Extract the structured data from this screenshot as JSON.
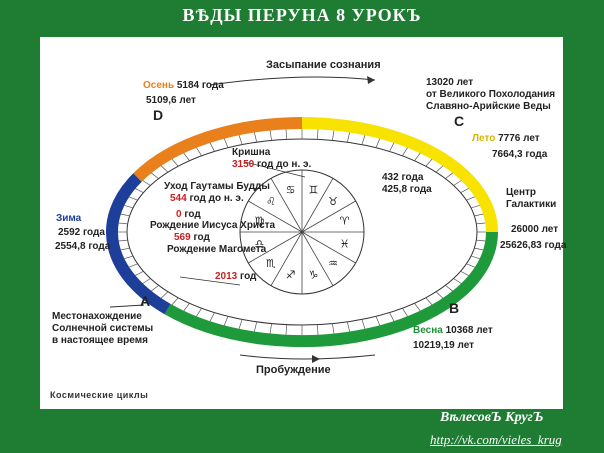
{
  "title": "ВѢДЫ ПЕРУНА 8 УРОКЪ",
  "arrows": {
    "top": "Засыпание сознания",
    "bottom": "Пробуждение"
  },
  "points": {
    "a": "A",
    "b": "B",
    "c": "C",
    "d": "D"
  },
  "seasons": {
    "autumn": {
      "name": "Осень",
      "years": "5184 года",
      "alt": "5109,6 лет",
      "color": "#e9801b"
    },
    "summer": {
      "name": "Лето",
      "years": "7776 лет",
      "alt": "7664,3 года",
      "color": "#f7e200"
    },
    "winter": {
      "name": "Зима",
      "years": "2592 года",
      "alt": "2554,8 года",
      "color": "#1d3f9a"
    },
    "spring": {
      "name": "Весна",
      "years": "10368 лет",
      "alt": "10219,19 лет",
      "color": "#1f9a3a"
    }
  },
  "cycle_13020": {
    "line1": "13020 лет",
    "line2": "от Великого Похолодания",
    "line3": "Славяно-Арийские Веды"
  },
  "center": {
    "line1": "Центр",
    "line2": "Галактики"
  },
  "galactic": {
    "years": "26000 лет",
    "alt": "25626,83 года"
  },
  "cycle_432": {
    "line1": "432 года",
    "line2": "425,8 года"
  },
  "events": {
    "krishna_name": "Кришна",
    "krishna_year": "3150",
    "krishna_suffix": "год до н. э.",
    "buddha_name": "Уход Гаутамы Будды",
    "buddha_year": "544",
    "buddha_suffix": "год до н. э.",
    "zero_year": "0",
    "zero_suffix": "год",
    "jesus_name": "Рождение Иисуса Христа",
    "mohammed_year": "569",
    "mohammed_suffix": "год",
    "mohammed_name": "Рождение Магомета",
    "now_year": "2013",
    "now_suffix": "год"
  },
  "location": {
    "line1": "Местонахождение",
    "line2": "Солнечной системы",
    "line3": "в настоящее время"
  },
  "footer": "Космические циклы",
  "signature": "ВѣлесовЪ КругЪ",
  "url": "http://vk.com/vieles_krug",
  "zodiac": [
    "♈",
    "♉",
    "♊",
    "♋",
    "♌",
    "♍",
    "♎",
    "♏",
    "♐",
    "♑",
    "♒",
    "♓"
  ]
}
